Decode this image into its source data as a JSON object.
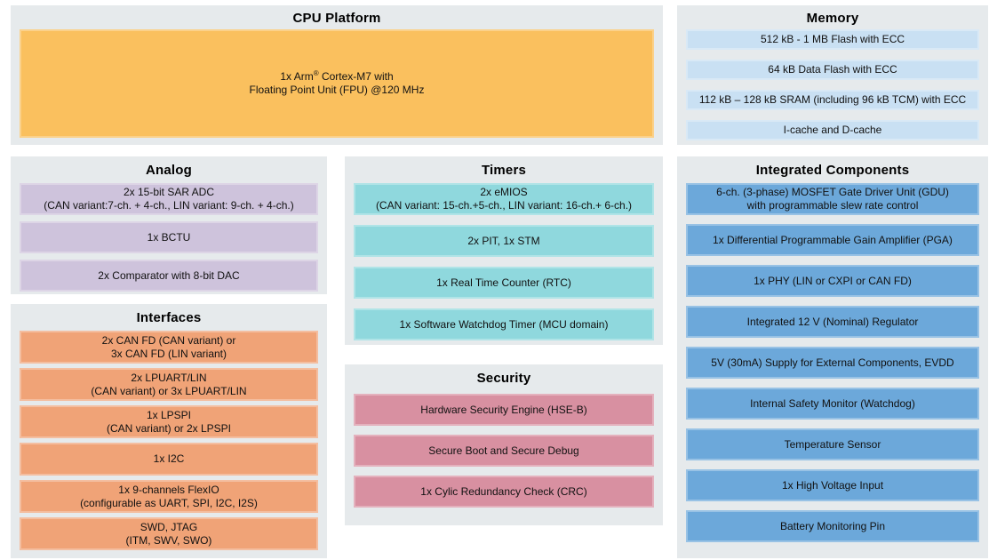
{
  "diagram": {
    "cpu": {
      "title": "CPU Platform",
      "block": {
        "line1_prefix": "1x Arm",
        "reg_mark": "®",
        "line1_suffix": " Cortex-M7 with",
        "line2": "Floating Point Unit (FPU) @120 MHz"
      }
    },
    "memory": {
      "title": "Memory",
      "rows": [
        [
          "512 kB - 1 MB Flash with ECC"
        ],
        [
          "64 kB Data Flash with ECC"
        ],
        [
          "112 kB – 128 kB SRAM (including 96 kB TCM) with ECC"
        ],
        [
          "I-cache and D-cache"
        ]
      ]
    },
    "analog": {
      "title": "Analog",
      "rows": [
        [
          "2x 15-bit SAR ADC",
          "(CAN variant:7-ch. + 4-ch., LIN variant: 9-ch. + 4-ch.)"
        ],
        [
          "1x BCTU"
        ],
        [
          "2x Comparator with 8-bit DAC"
        ]
      ]
    },
    "interfaces": {
      "title": "Interfaces",
      "rows": [
        [
          "2x CAN FD (CAN variant) or",
          "3x CAN FD (LIN variant)"
        ],
        [
          "2x LPUART/LIN",
          "(CAN variant) or 3x LPUART/LIN"
        ],
        [
          "1x LPSPI",
          "(CAN variant) or 2x LPSPI"
        ],
        [
          "1x I2C"
        ],
        [
          "1x 9-channels FlexIO",
          "(configurable as UART, SPI, I2C, I2S)"
        ],
        [
          "SWD, JTAG",
          "(ITM, SWV, SWO)"
        ]
      ]
    },
    "timers": {
      "title": "Timers",
      "rows": [
        [
          "2x eMIOS",
          "(CAN variant: 15-ch.+5-ch., LIN variant: 16-ch.+ 6-ch.)"
        ],
        [
          "2x PIT, 1x STM"
        ],
        [
          "1x Real Time Counter (RTC)"
        ],
        [
          "1x Software Watchdog Timer (MCU domain)"
        ]
      ]
    },
    "security": {
      "title": "Security",
      "rows": [
        [
          "Hardware Security Engine (HSE-B)"
        ],
        [
          "Secure Boot and Secure Debug"
        ],
        [
          "1x Cylic Redundancy Check (CRC)"
        ]
      ]
    },
    "integrated": {
      "title": "Integrated Components",
      "rows": [
        [
          "6-ch. (3-phase) MOSFET Gate Driver Unit (GDU)",
          "with programmable slew rate control"
        ],
        [
          "1x Differential Programmable Gain Amplifier (PGA)"
        ],
        [
          "1x PHY (LIN or CXPI or CAN FD)"
        ],
        [
          "Integrated 12 V (Nominal) Regulator"
        ],
        [
          "5V (30mA) Supply for External Components, EVDD"
        ],
        [
          "Internal Safety Monitor (Watchdog)"
        ],
        [
          "Temperature Sensor"
        ],
        [
          "1x High Voltage Input"
        ],
        [
          "Battery Monitoring Pin"
        ]
      ]
    },
    "colors": {
      "panel_bg": "#e6eaec",
      "cpu_block": "#fac05e",
      "memory_row": "#c9e0f3",
      "analog_row": "#cec3dc",
      "interfaces_row": "#f0a377",
      "timers_row": "#8fd8dd",
      "security_row": "#d890a1",
      "integrated_row": "#6ca8da",
      "text": "#111111"
    }
  }
}
